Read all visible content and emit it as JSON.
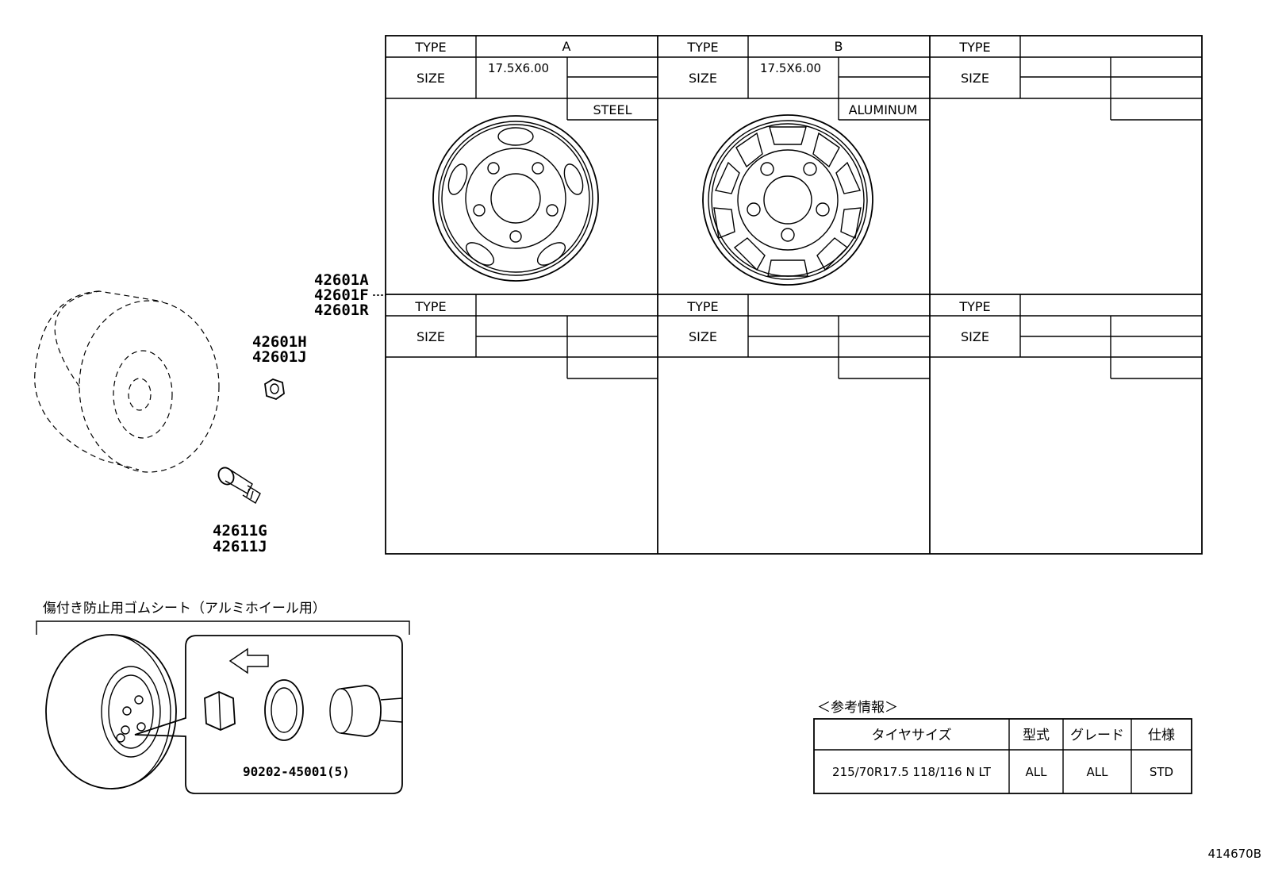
{
  "wheel_table": {
    "type_label": "TYPE",
    "size_label": "SIZE",
    "panels": [
      {
        "type": "A",
        "size": "17.5X6.00",
        "material": "STEEL"
      },
      {
        "type": "B",
        "size": "17.5X6.00",
        "material": "ALUMINUM"
      },
      {
        "type": "",
        "size": "",
        "material": ""
      },
      {
        "type": "",
        "size": "",
        "material": ""
      },
      {
        "type": "",
        "size": "",
        "material": ""
      },
      {
        "type": "",
        "size": "",
        "material": ""
      }
    ]
  },
  "part_numbers": {
    "wheel": [
      "42601A",
      "42601F",
      "42601R"
    ],
    "nut": [
      "42601H",
      "42601J"
    ],
    "bolt": [
      "42611G",
      "42611J"
    ],
    "cap": "90202-45001(5)"
  },
  "rubber_sheet_title": "傷付き防止用ゴムシート（アルミホイール用）",
  "reference": {
    "title": "＜参考情報＞",
    "headers": [
      "タイヤサイズ",
      "型式",
      "グレード",
      "仕様"
    ],
    "row": [
      "215/70R17.5 118/116 N LT",
      "ALL",
      "ALL",
      "STD"
    ]
  },
  "diagram_id": "414670B"
}
